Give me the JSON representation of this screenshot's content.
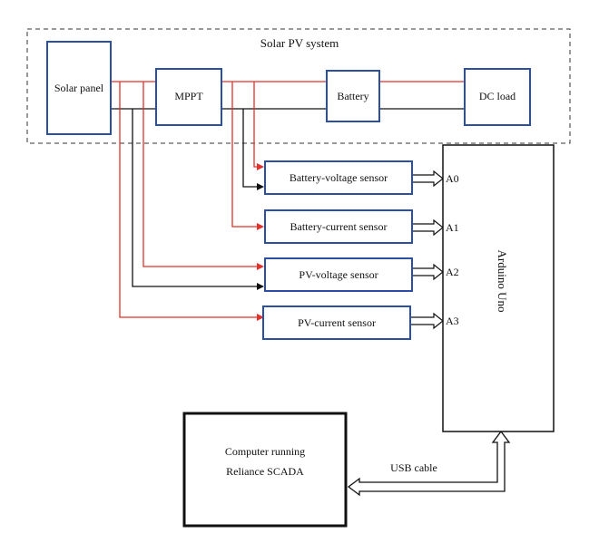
{
  "diagram": {
    "group_title": "Solar PV system",
    "blocks": {
      "solar_panel": "Solar panel",
      "mppt": "MPPT",
      "battery": "Battery",
      "dc_load": "DC load",
      "battery_voltage_sensor": "Battery-voltage sensor",
      "battery_current_sensor": "Battery-current sensor",
      "pv_voltage_sensor": "PV-voltage sensor",
      "pv_current_sensor": "PV-current sensor",
      "arduino": "Arduino Uno",
      "computer_line1": "Computer running",
      "computer_line2": "Reliance SCADA"
    },
    "pins": [
      "A0",
      "A1",
      "A2",
      "A3"
    ],
    "usb_label": "USB cable",
    "colors": {
      "block_border": "#2b4fa3",
      "positive_wire": "#e0312a",
      "negative_wire": "#111111"
    }
  }
}
